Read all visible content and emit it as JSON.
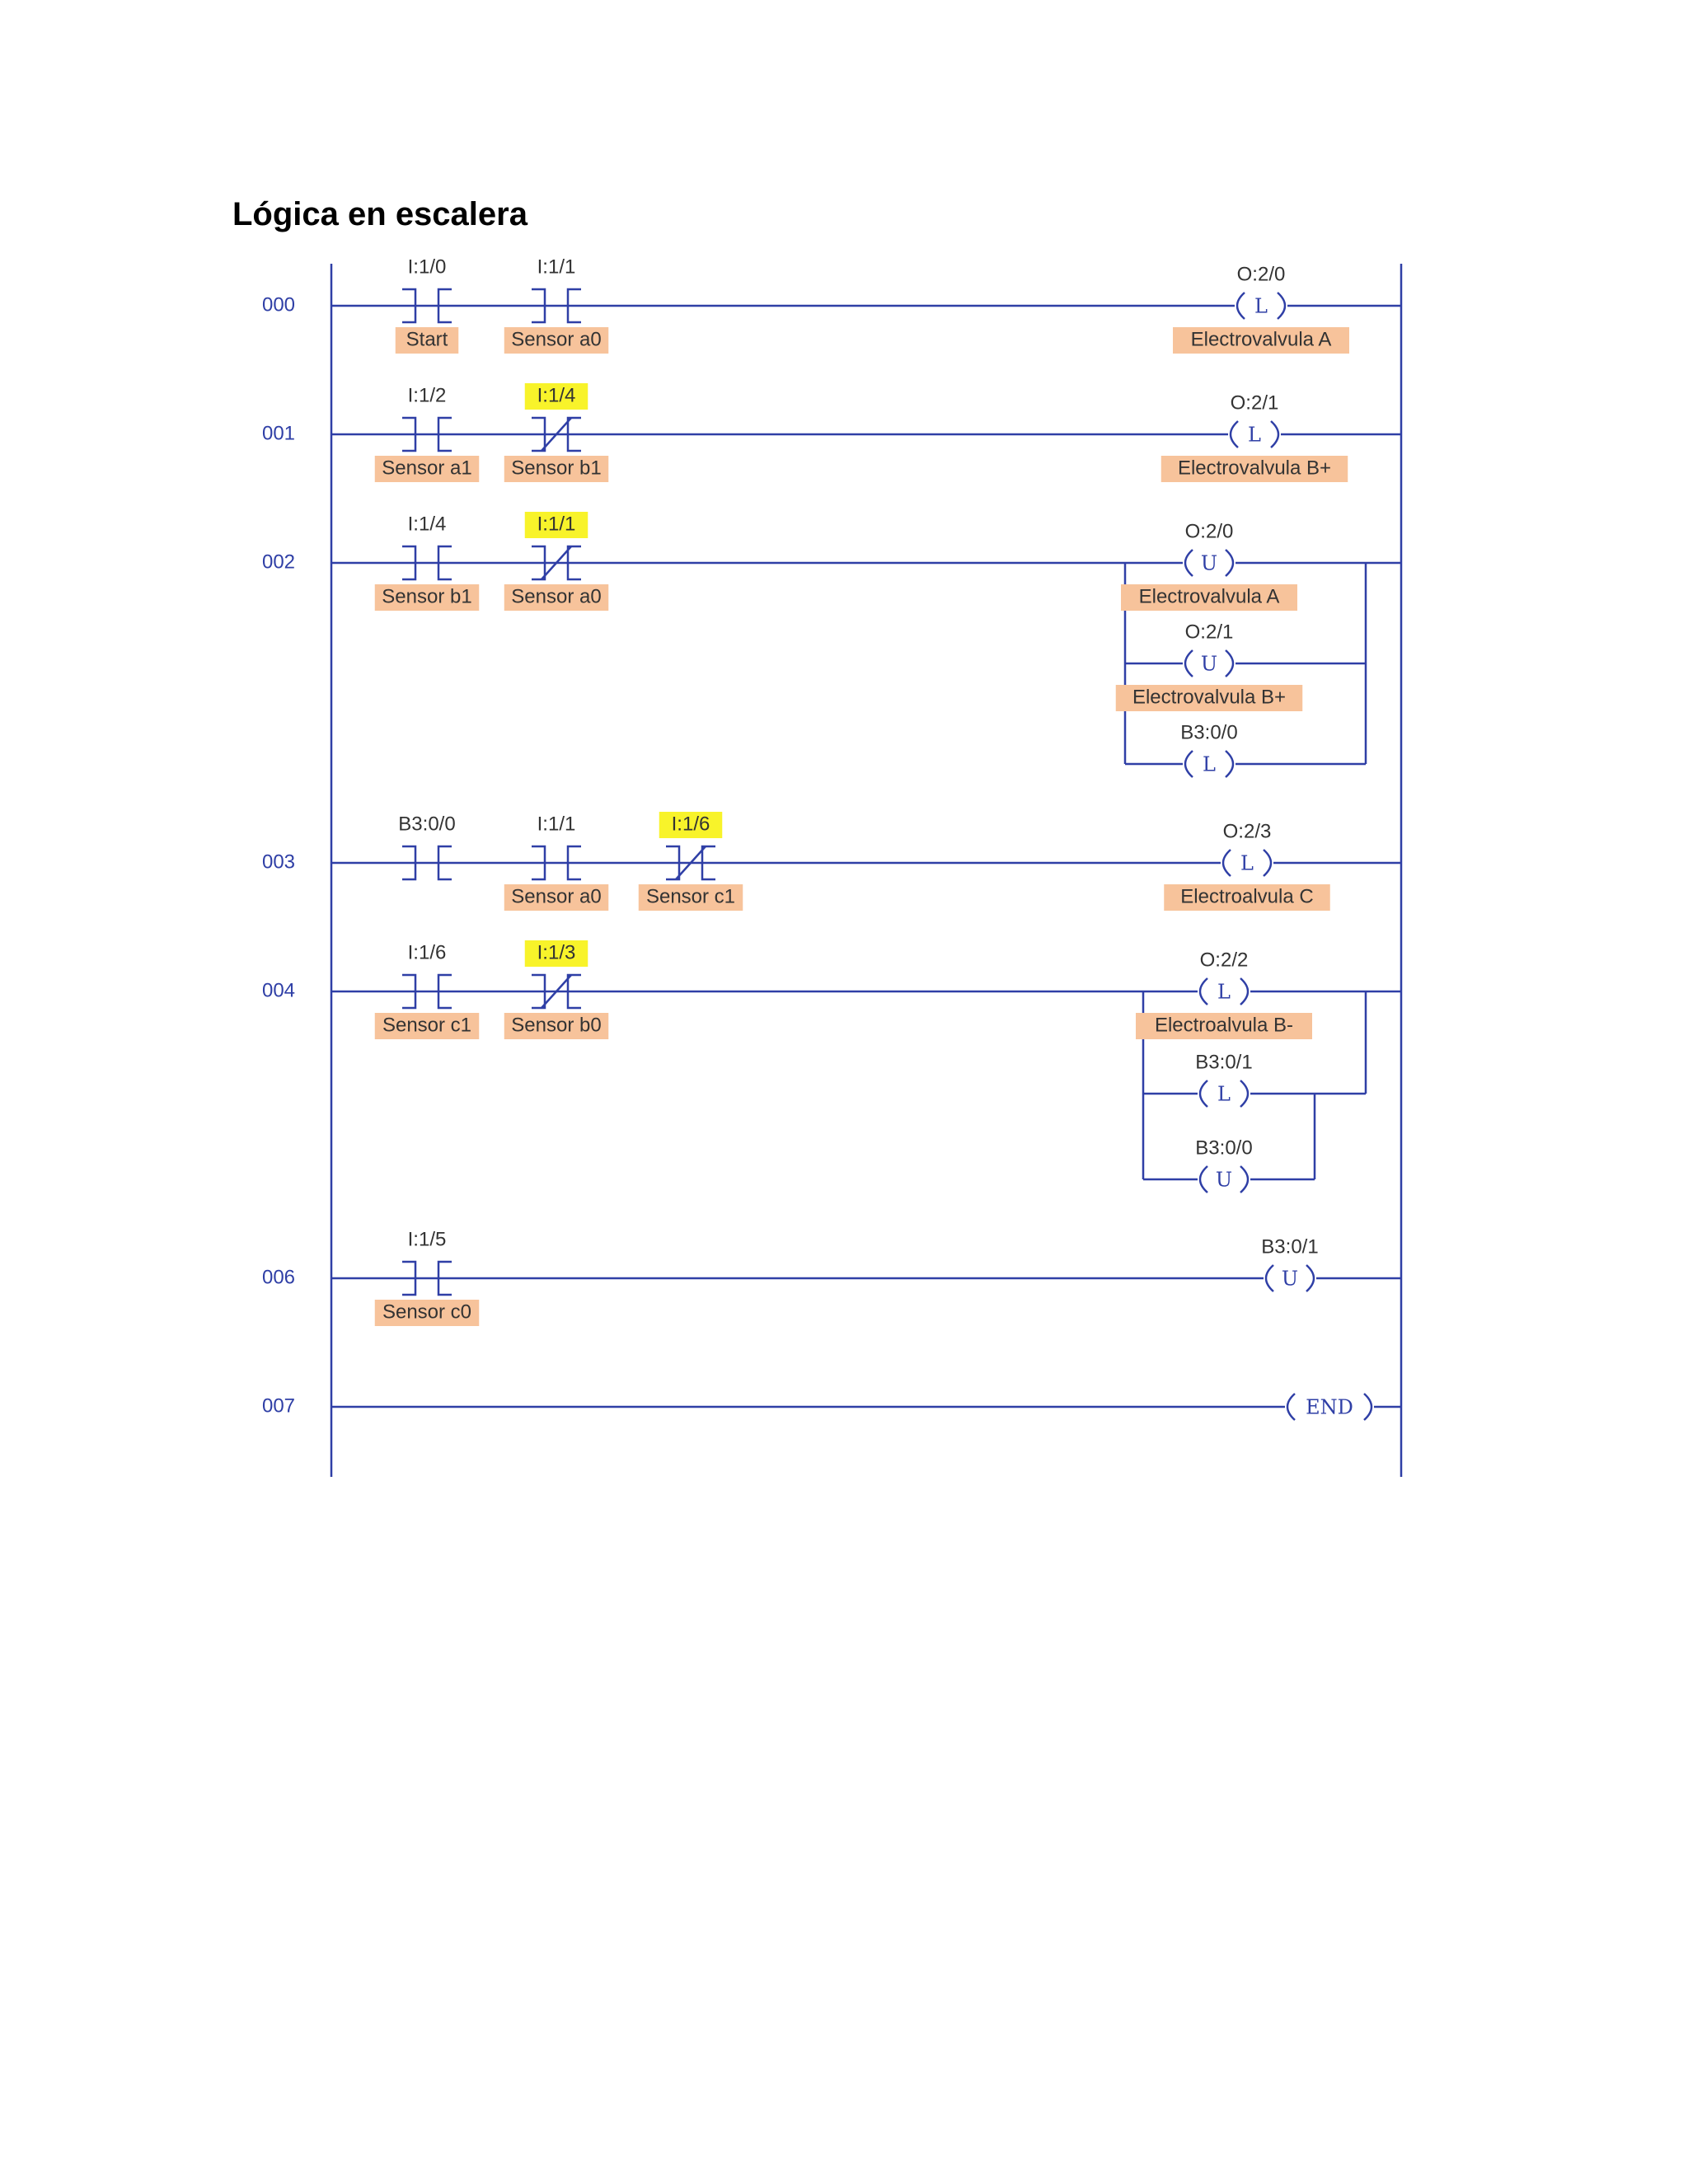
{
  "title": "Lógica en escalera",
  "colors": {
    "wire": "#2f3fa6",
    "description_bg": "#f7c39b",
    "highlight_bg": "#f8f32a",
    "rung_number": "#2f3fa6"
  },
  "rungs": [
    {
      "number": "000",
      "contacts": [
        {
          "address": "I:1/0",
          "type": "XIC",
          "description": "Start",
          "highlight": false
        },
        {
          "address": "I:1/1",
          "type": "XIC",
          "description": "Sensor a0",
          "highlight": false
        }
      ],
      "outputs": [
        {
          "address": "O:2/0",
          "instruction": "L",
          "description": "Electrovalvula A"
        }
      ]
    },
    {
      "number": "001",
      "contacts": [
        {
          "address": "I:1/2",
          "type": "XIC",
          "description": "Sensor a1",
          "highlight": false
        },
        {
          "address": "I:1/4",
          "type": "XIO",
          "description": "Sensor b1",
          "highlight": true
        }
      ],
      "outputs": [
        {
          "address": "O:2/1",
          "instruction": "L",
          "description": "Electrovalvula B+"
        }
      ]
    },
    {
      "number": "002",
      "contacts": [
        {
          "address": "I:1/4",
          "type": "XIC",
          "description": "Sensor b1",
          "highlight": false
        },
        {
          "address": "I:1/1",
          "type": "XIO",
          "description": "Sensor a0",
          "highlight": true
        }
      ],
      "outputs": [
        {
          "address": "O:2/0",
          "instruction": "U",
          "description": "Electrovalvula A"
        },
        {
          "address": "O:2/1",
          "instruction": "U",
          "description": "Electrovalvula B+"
        },
        {
          "address": "B3:0/0",
          "instruction": "L",
          "description": ""
        }
      ]
    },
    {
      "number": "003",
      "contacts": [
        {
          "address": "B3:0/0",
          "type": "XIC",
          "description": "",
          "highlight": false
        },
        {
          "address": "I:1/1",
          "type": "XIC",
          "description": "Sensor a0",
          "highlight": false
        },
        {
          "address": "I:1/6",
          "type": "XIO",
          "description": "Sensor c1",
          "highlight": true
        }
      ],
      "outputs": [
        {
          "address": "O:2/3",
          "instruction": "L",
          "description": "Electroalvula C"
        }
      ]
    },
    {
      "number": "004",
      "contacts": [
        {
          "address": "I:1/6",
          "type": "XIC",
          "description": "Sensor c1",
          "highlight": false
        },
        {
          "address": "I:1/3",
          "type": "XIO",
          "description": "Sensor b0",
          "highlight": true
        }
      ],
      "outputs": [
        {
          "address": "O:2/2",
          "instruction": "L",
          "description": "Electroalvula B-"
        },
        {
          "address": "B3:0/1",
          "instruction": "L",
          "description": ""
        },
        {
          "address": "B3:0/0",
          "instruction": "U",
          "description": ""
        }
      ]
    },
    {
      "number": "006",
      "contacts": [
        {
          "address": "I:1/5",
          "type": "XIC",
          "description": "Sensor c0",
          "highlight": false
        }
      ],
      "outputs": [
        {
          "address": "B3:0/1",
          "instruction": "U",
          "description": ""
        }
      ]
    },
    {
      "number": "007",
      "contacts": [],
      "outputs": [
        {
          "address": "",
          "instruction": "END",
          "description": ""
        }
      ]
    }
  ]
}
